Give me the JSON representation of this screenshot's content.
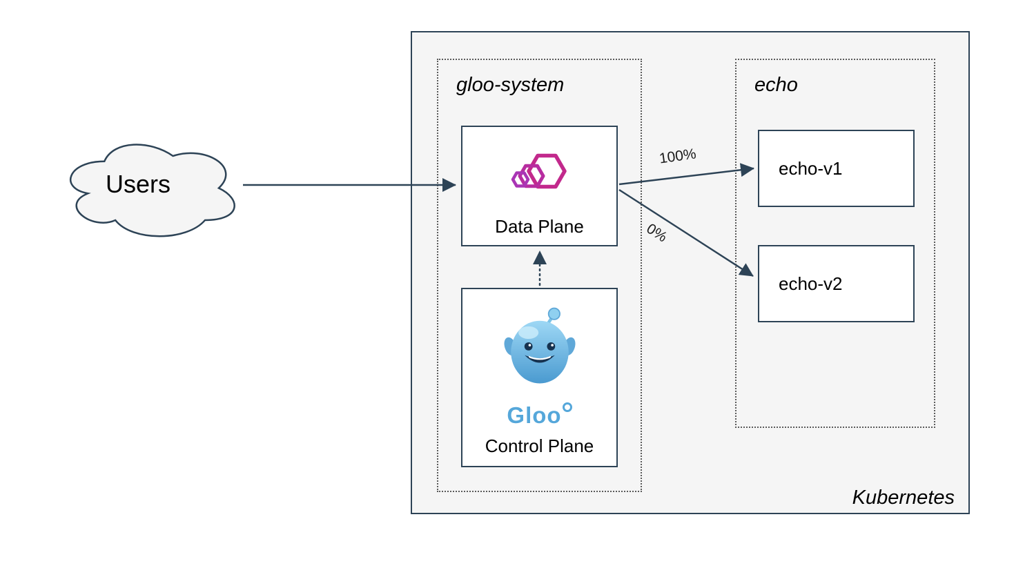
{
  "users": {
    "label": "Users"
  },
  "kubernetes": {
    "label": "Kubernetes"
  },
  "gloo_system": {
    "label": "gloo-system",
    "data_plane": {
      "label": "Data Plane"
    },
    "control_plane": {
      "label": "Control Plane",
      "logo_text": "Gloo"
    }
  },
  "echo": {
    "label": "echo",
    "v1": {
      "label": "echo-v1"
    },
    "v2": {
      "label": "echo-v2"
    }
  },
  "edges": {
    "v1_weight": "100%",
    "v2_weight": "0%"
  },
  "colors": {
    "stroke": "#2d4356",
    "kubernetes_bg": "#f5f5f5",
    "gloo_pink": "#c2298c",
    "gloo_purple": "#a935b5",
    "gloo_blue": "#55a7da"
  }
}
